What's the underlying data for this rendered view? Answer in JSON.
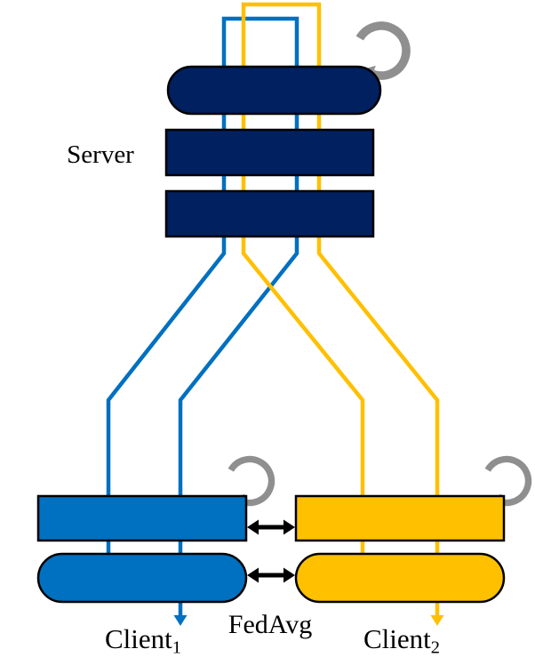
{
  "labels": {
    "server": "Server",
    "fedavg": "FedAvg",
    "client1_base": "Client",
    "client1_sub": "1",
    "client2_base": "Client",
    "client2_sub": "2"
  },
  "colors": {
    "navy": "#002060",
    "blue": "#0070C0",
    "yellow": "#FFC000",
    "gray": "#8F8F8F",
    "black": "#000000",
    "white": "#FFFFFF"
  },
  "diagram": {
    "type": "federated-learning-architecture",
    "server": {
      "label": "Server",
      "layer_shapes": [
        "rounded-pill",
        "rectangle",
        "rectangle"
      ],
      "fill_key": "navy",
      "icon": "loop-arrow-icon"
    },
    "clients": [
      {
        "label": "Client1",
        "fill_key": "blue",
        "layer_shapes": [
          "rectangle",
          "rounded-pill"
        ],
        "icon": "loop-arrow-icon",
        "output_arrow": "down"
      },
      {
        "label": "Client2",
        "fill_key": "yellow",
        "layer_shapes": [
          "rectangle",
          "rounded-pill"
        ],
        "icon": "loop-arrow-icon",
        "output_arrow": "down"
      }
    ],
    "aggregation": {
      "label": "FedAvg",
      "links": "horizontal-double-headed-arrows"
    },
    "flows": [
      {
        "name": "client1-server-roundtrip",
        "color_key": "blue",
        "path": "client1-up-through-server-loop-and-back-down"
      },
      {
        "name": "client2-server-roundtrip",
        "color_key": "yellow",
        "path": "client2-up-through-server-loop-and-back-down"
      }
    ]
  }
}
